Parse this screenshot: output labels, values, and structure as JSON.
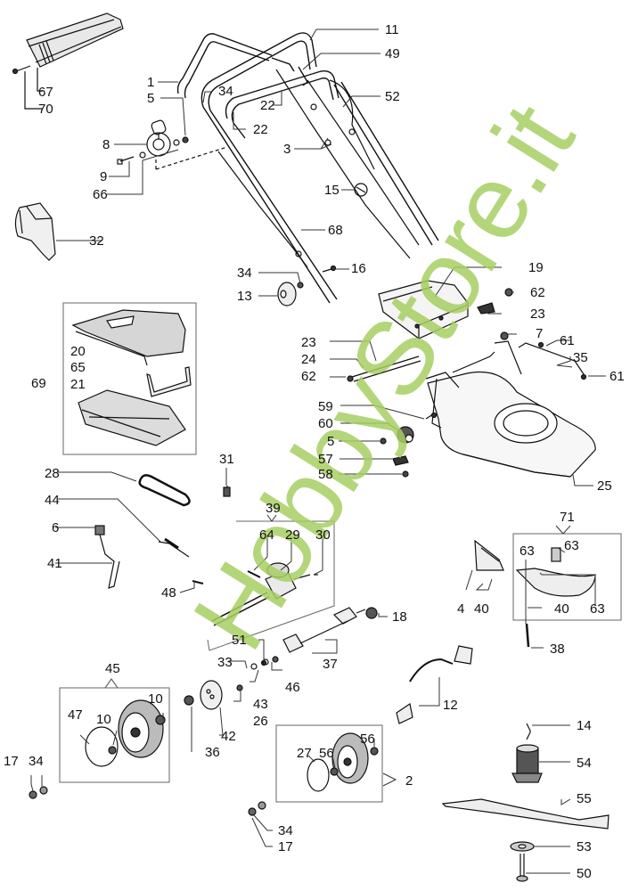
{
  "diagram": {
    "title": "Lawn mower exploded parts diagram",
    "watermark": "HobbyStore.it",
    "watermark_color": "#a6cf63",
    "line_color": "#111111",
    "part_labels": [
      {
        "id": "l67",
        "text": "67"
      },
      {
        "id": "l70",
        "text": "70"
      },
      {
        "id": "l1",
        "text": "1"
      },
      {
        "id": "l5a",
        "text": "5"
      },
      {
        "id": "l34a",
        "text": "34"
      },
      {
        "id": "l22a",
        "text": "22"
      },
      {
        "id": "l22b",
        "text": "22"
      },
      {
        "id": "l8",
        "text": "8"
      },
      {
        "id": "l9",
        "text": "9"
      },
      {
        "id": "l66",
        "text": "66"
      },
      {
        "id": "l32",
        "text": "32"
      },
      {
        "id": "l11",
        "text": "11"
      },
      {
        "id": "l49",
        "text": "49"
      },
      {
        "id": "l52",
        "text": "52"
      },
      {
        "id": "l3",
        "text": "3"
      },
      {
        "id": "l15",
        "text": "15"
      },
      {
        "id": "l68",
        "text": "68"
      },
      {
        "id": "l34b",
        "text": "34"
      },
      {
        "id": "l16",
        "text": "16"
      },
      {
        "id": "l13",
        "text": "13"
      },
      {
        "id": "l19",
        "text": "19"
      },
      {
        "id": "l62a",
        "text": "62"
      },
      {
        "id": "l23a",
        "text": "23"
      },
      {
        "id": "l20",
        "text": "20"
      },
      {
        "id": "l65",
        "text": "65"
      },
      {
        "id": "l69",
        "text": "69"
      },
      {
        "id": "l21",
        "text": "21"
      },
      {
        "id": "l23b",
        "text": "23"
      },
      {
        "id": "l24",
        "text": "24"
      },
      {
        "id": "l62b",
        "text": "62"
      },
      {
        "id": "l7",
        "text": "7"
      },
      {
        "id": "l61a",
        "text": "61"
      },
      {
        "id": "l35",
        "text": "35"
      },
      {
        "id": "l61b",
        "text": "61"
      },
      {
        "id": "l59",
        "text": "59"
      },
      {
        "id": "l60",
        "text": "60"
      },
      {
        "id": "l5b",
        "text": "5"
      },
      {
        "id": "l57",
        "text": "57"
      },
      {
        "id": "l58",
        "text": "58"
      },
      {
        "id": "l25",
        "text": "25"
      },
      {
        "id": "l31",
        "text": "31"
      },
      {
        "id": "l28",
        "text": "28"
      },
      {
        "id": "l44",
        "text": "44"
      },
      {
        "id": "l39",
        "text": "39"
      },
      {
        "id": "l6",
        "text": "6"
      },
      {
        "id": "l64",
        "text": "64"
      },
      {
        "id": "l29",
        "text": "29"
      },
      {
        "id": "l30",
        "text": "30"
      },
      {
        "id": "l41",
        "text": "41"
      },
      {
        "id": "l48",
        "text": "48"
      },
      {
        "id": "l71",
        "text": "71"
      },
      {
        "id": "l63a",
        "text": "63"
      },
      {
        "id": "l63b",
        "text": "63"
      },
      {
        "id": "l4",
        "text": "4"
      },
      {
        "id": "l40a",
        "text": "40"
      },
      {
        "id": "l40b",
        "text": "40"
      },
      {
        "id": "l63c",
        "text": "63"
      },
      {
        "id": "l38",
        "text": "38"
      },
      {
        "id": "l18",
        "text": "18"
      },
      {
        "id": "l51",
        "text": "51"
      },
      {
        "id": "l37",
        "text": "37"
      },
      {
        "id": "l33",
        "text": "33"
      },
      {
        "id": "l46",
        "text": "46"
      },
      {
        "id": "l43",
        "text": "43"
      },
      {
        "id": "l26",
        "text": "26"
      },
      {
        "id": "l45",
        "text": "45"
      },
      {
        "id": "l10a",
        "text": "10"
      },
      {
        "id": "l47",
        "text": "47"
      },
      {
        "id": "l10b",
        "text": "10"
      },
      {
        "id": "l42",
        "text": "42"
      },
      {
        "id": "l36",
        "text": "36"
      },
      {
        "id": "l12",
        "text": "12"
      },
      {
        "id": "l17a",
        "text": "17"
      },
      {
        "id": "l34c",
        "text": "34"
      },
      {
        "id": "l27",
        "text": "27"
      },
      {
        "id": "l56a",
        "text": "56"
      },
      {
        "id": "l56b",
        "text": "56"
      },
      {
        "id": "l2",
        "text": "2"
      },
      {
        "id": "l14",
        "text": "14"
      },
      {
        "id": "l54",
        "text": "54"
      },
      {
        "id": "l55",
        "text": "55"
      },
      {
        "id": "l34d",
        "text": "34"
      },
      {
        "id": "l17b",
        "text": "17"
      },
      {
        "id": "l53",
        "text": "53"
      },
      {
        "id": "l50",
        "text": "50"
      }
    ]
  }
}
